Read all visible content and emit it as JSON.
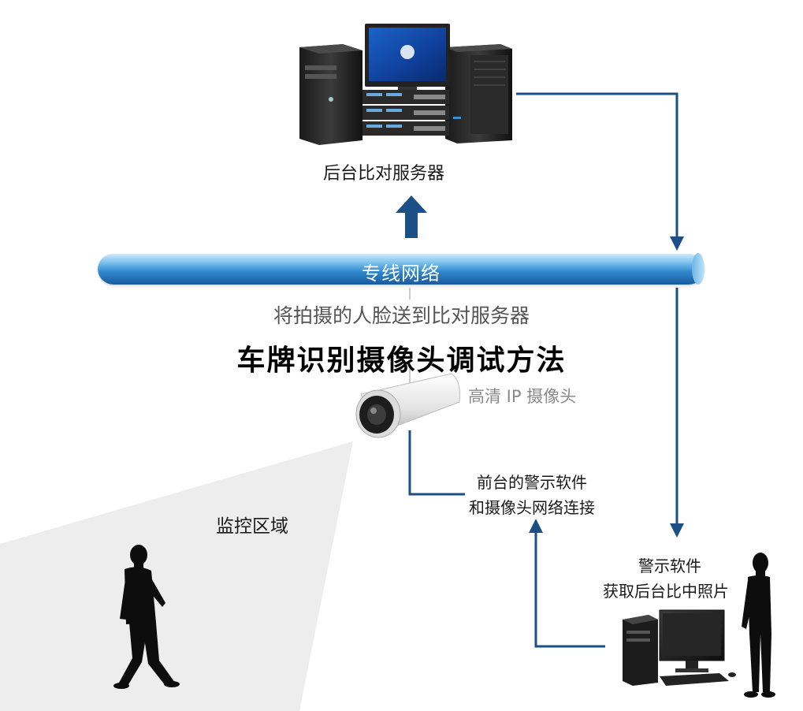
{
  "server": {
    "label": "后台比对服务器"
  },
  "network": {
    "label": "专线网络"
  },
  "caption": "将拍摄的人脸送到比对服务器",
  "title": "车牌识别摄像头调试方法",
  "camera": {
    "label": "高清 IP 摄像头"
  },
  "frontend": {
    "line1": "前台的警示软件",
    "line2": "和摄像头网络连接"
  },
  "zone": {
    "label": "监控区域"
  },
  "alarm": {
    "line1": "警示软件",
    "line2": "获取后台比中照片"
  },
  "colors": {
    "line": "#1b4f86",
    "pipe": "#2f86cc",
    "arrow": "#1b4f86"
  },
  "icons": [
    "server-cluster-icon",
    "up-arrow-icon",
    "camera-icon",
    "person-icon",
    "desktop-computer-icon"
  ]
}
